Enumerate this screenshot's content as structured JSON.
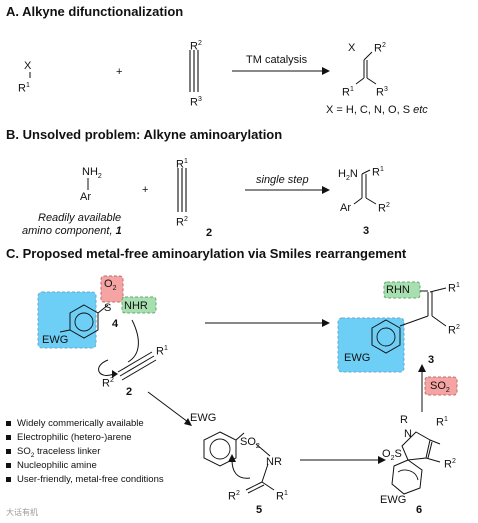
{
  "sections": {
    "a_title": "A. Alkyne difunctionalization",
    "b_title": "B. Unsolved problem: Alkyne aminoarylation",
    "c_title": "C. Proposed metal-free aminoarylation via Smiles rearrangement"
  },
  "part_a": {
    "reagent_x": "X",
    "reagent_r1": "R",
    "plus": "+",
    "alkyne_r2": "R",
    "alkyne_r3": "R",
    "condition": "TM catalysis",
    "product_x": "X",
    "product_r1": "R",
    "product_r2": "R",
    "product_r3": "R",
    "x_options": "X = H, C, N, O, S",
    "x_options_etc": "etc"
  },
  "part_b": {
    "nh2": "NH",
    "ar": "Ar",
    "plus": "+",
    "alkyne_r1": "R",
    "alkyne_r2": "R",
    "alkyne_number": "2",
    "condition": "single step",
    "product_h2n": "H",
    "product_r1": "R",
    "product_r2": "R",
    "product_ar": "Ar",
    "product_number": "3",
    "caption_line1": "Readily available",
    "caption_line2": "amino component,",
    "caption_number": "1"
  },
  "part_c": {
    "cmpd4_o2": "O",
    "cmpd4_s": "S",
    "cmpd4_nhr": "NHR",
    "cmpd4_ewg": "EWG",
    "cmpd4_number": "4",
    "alkyne_r1": "R",
    "alkyne_r2": "R",
    "alkyne_number": "2",
    "cmpd3_rhn": "RHN",
    "cmpd3_r1": "R",
    "cmpd3_r2": "R",
    "cmpd3_ewg": "EWG",
    "cmpd3_number": "3",
    "so2_loss": "SO",
    "cmpd5_ewg": "EWG",
    "cmpd5_so2": "SO",
    "cmpd5_nr": "NR",
    "cmpd5_r1": "R",
    "cmpd5_r2": "R",
    "cmpd5_number": "5",
    "cmpd6_r": "R",
    "cmpd6_n": "N",
    "cmpd6_o2s": "O",
    "cmpd6_r1": "R",
    "cmpd6_r2": "R",
    "cmpd6_ewg": "EWG",
    "cmpd6_number": "6",
    "features": [
      "Widely commerically available",
      "Electrophilic (hetero-)arene",
      "SO",
      "Nucleophilic amine",
      "User-friendly, metal-free conditions"
    ],
    "feature_so2_suffix": " traceless linker"
  },
  "watermark": "大话有机",
  "colors": {
    "blue_highlight": "#6ecff6",
    "red_highlight": "#f5a3a3",
    "green_highlight": "#a8dfb0",
    "line": "#111111"
  }
}
